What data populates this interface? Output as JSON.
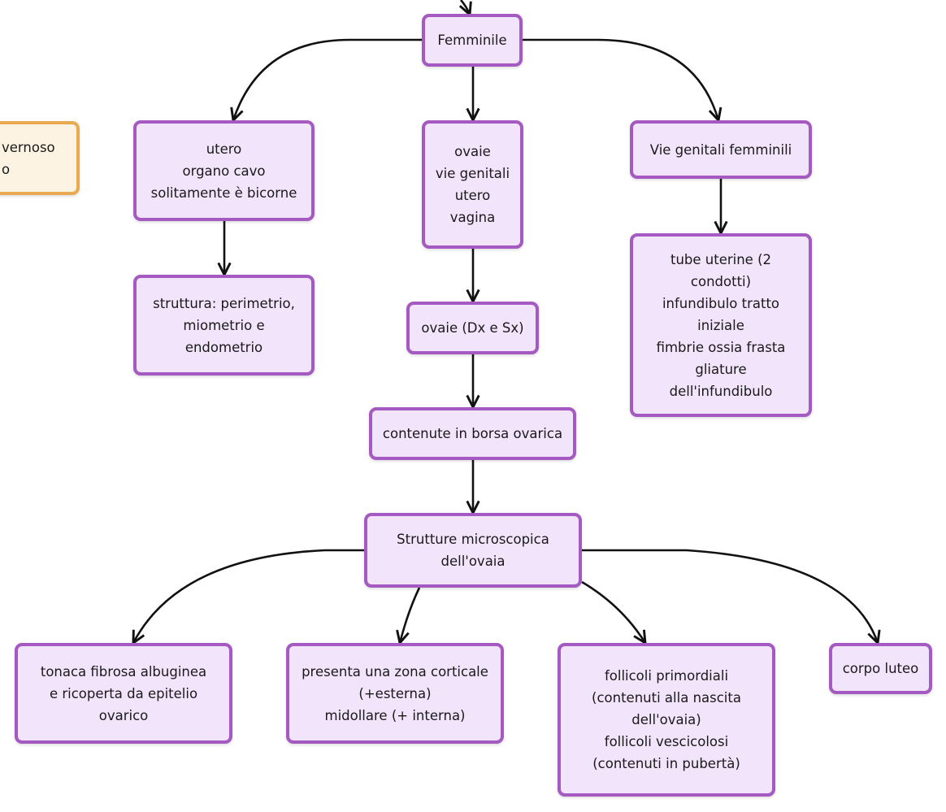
{
  "nodes": {
    "femminile": "Femminile",
    "utero": "utero\norgano cavo\nsolitamente è bicorne",
    "ovaie_list": "ovaie\nvie genitali\nutero\nvagina",
    "vie_genitali": "Vie genitali femminili",
    "struttura": "struttura: perimetrio,\nmiometrio e\nendometrio",
    "ovaie_dx_sx": "ovaie (Dx e Sx)",
    "tube": "tube uterine (2\ncondotti)\ninfundibulo tratto\niniziale\nfimbrie ossia frasta\ngliature\ndell'infundibulo",
    "borsa": "contenute in borsa ovarica",
    "strutture": "Strutture microscopica\ndell'ovaia",
    "tonaca": "tonaca fibrosa albuginea\ne ricoperta da epitelio\novarico",
    "zona": "presenta una zona corticale\n(+esterna)\nmidollare (+ interna)",
    "follicoli": "follicoli primordiali\n(contenuti alla nascita\ndell'ovaia)\nfollicoli vescicolosi\n(contenuti in pubertà)",
    "corpo": "corpo luteo",
    "cut_left": "vernoso\no"
  },
  "colors": {
    "node_fill": "#f2e4fb",
    "node_border": "#a45ac0",
    "side_fill": "#fdf3e3",
    "side_border": "#e9aa52",
    "edge": "#111111"
  }
}
